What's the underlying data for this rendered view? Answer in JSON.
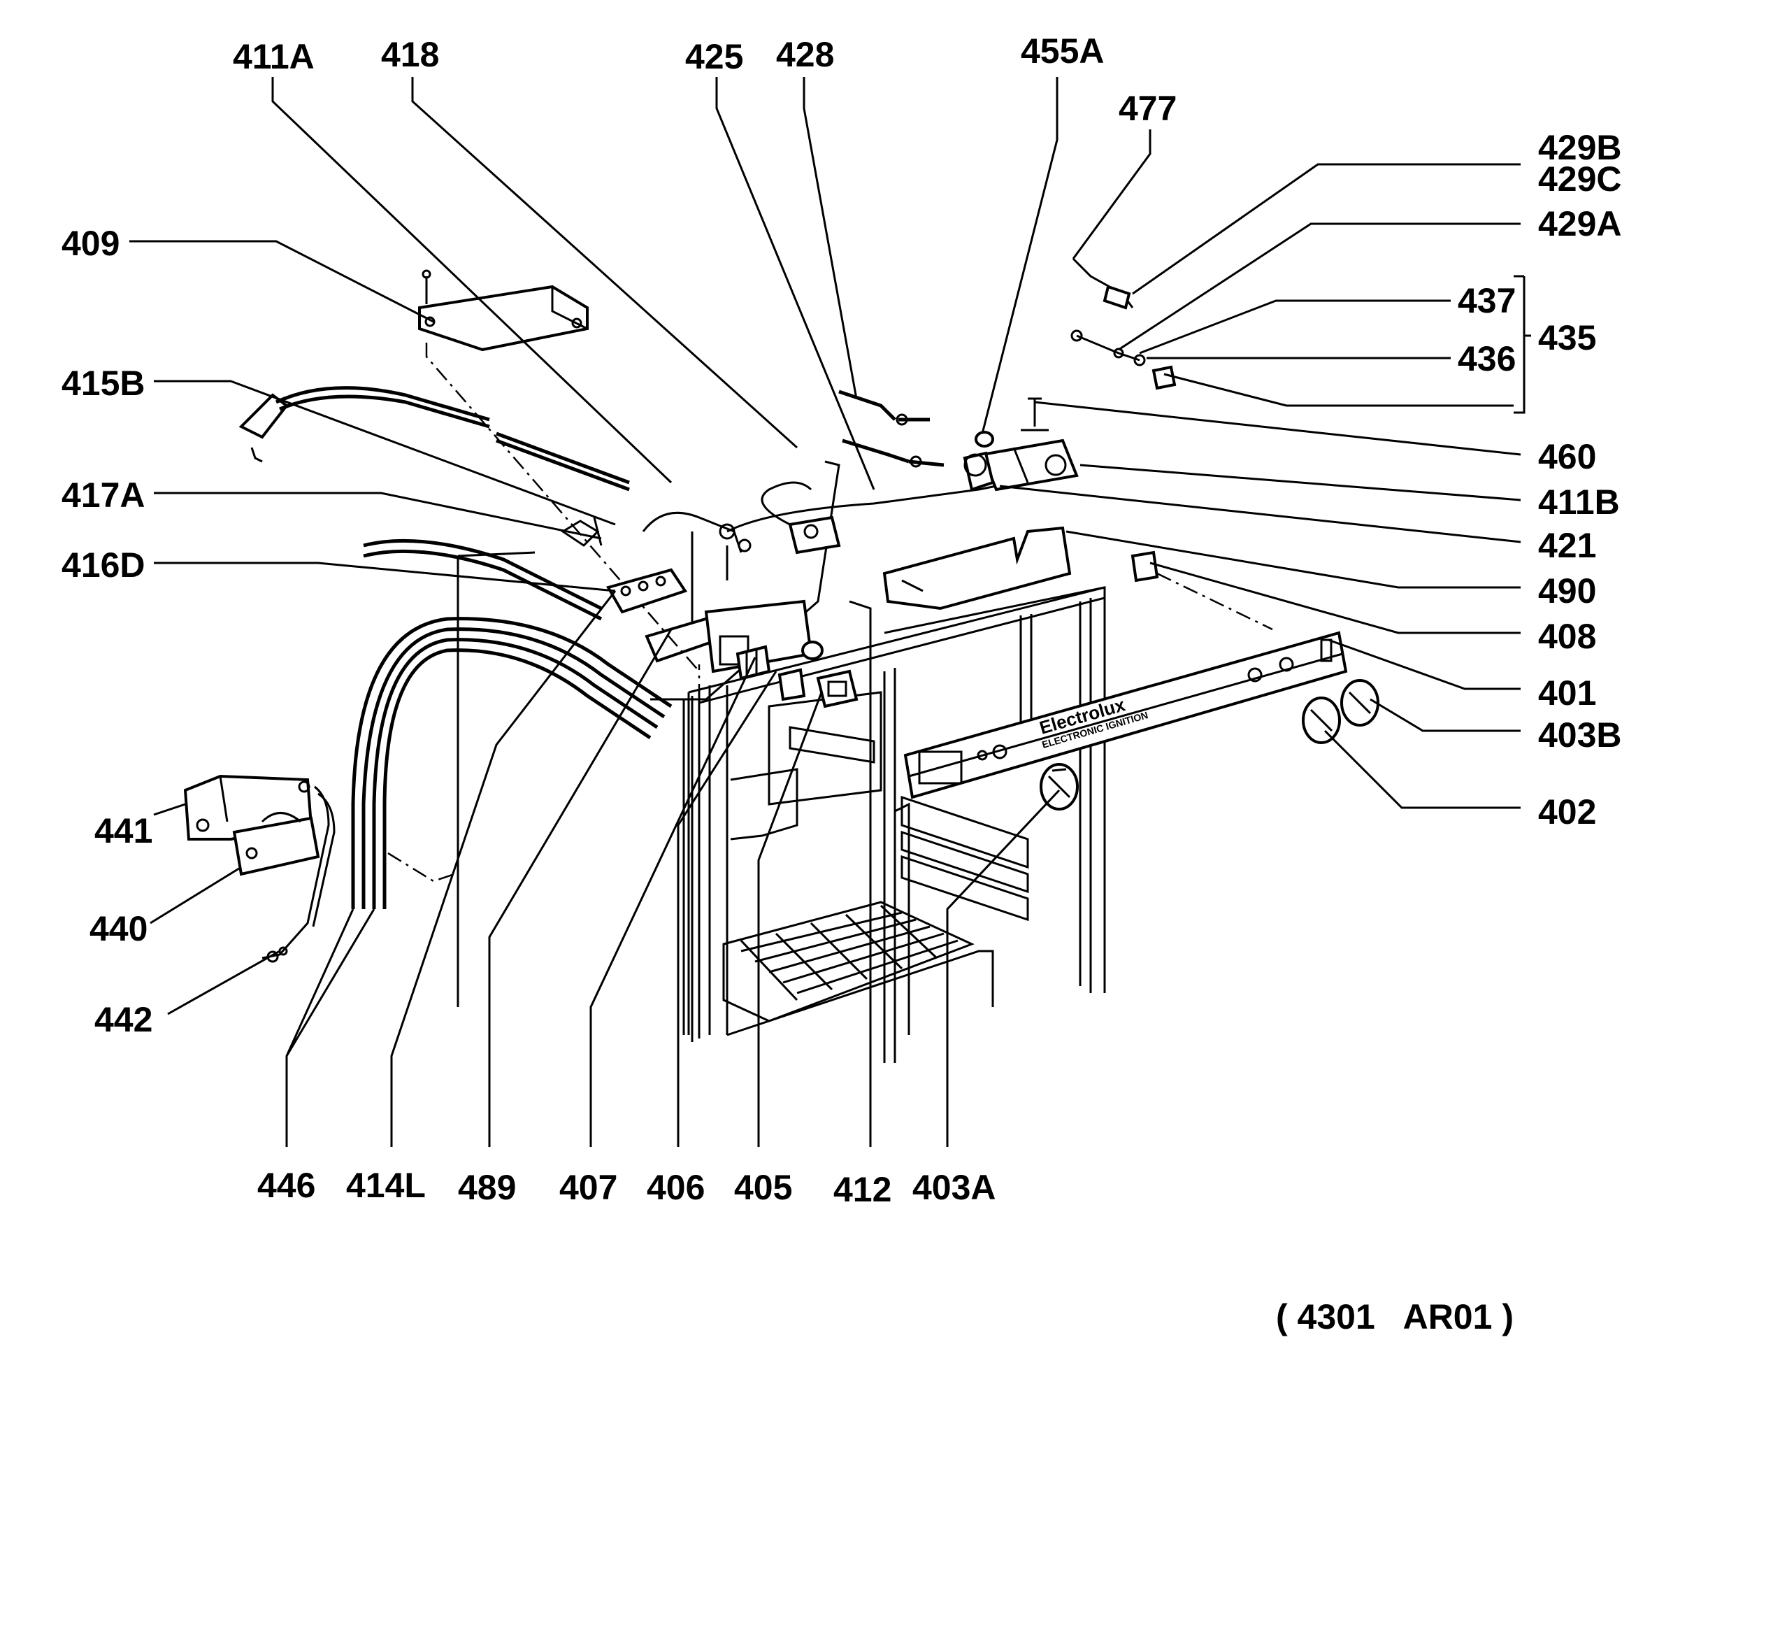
{
  "labels": {
    "p411A": "411A",
    "p418": "418",
    "p425": "425",
    "p428": "428",
    "p455A": "455A",
    "p477": "477",
    "p429B": "429B",
    "p429C": "429C",
    "p429A": "429A",
    "p437": "437",
    "p436": "436",
    "p435": "435",
    "p460": "460",
    "p411B": "411B",
    "p421": "421",
    "p490": "490",
    "p408": "408",
    "p401": "401",
    "p403B": "403B",
    "p402": "402",
    "p409": "409",
    "p415B": "415B",
    "p417A": "417A",
    "p416D": "416D",
    "p441": "441",
    "p440": "440",
    "p442": "442",
    "p446": "446",
    "p414L": "414L",
    "p489": "489",
    "p407": "407",
    "p406": "406",
    "p405": "405",
    "p412": "412",
    "p403A": "403A"
  },
  "panel": {
    "brand": "Electrolux",
    "subtitle": "ELECTRONIC IGNITION"
  },
  "reference": "( 4301   AR01 )"
}
